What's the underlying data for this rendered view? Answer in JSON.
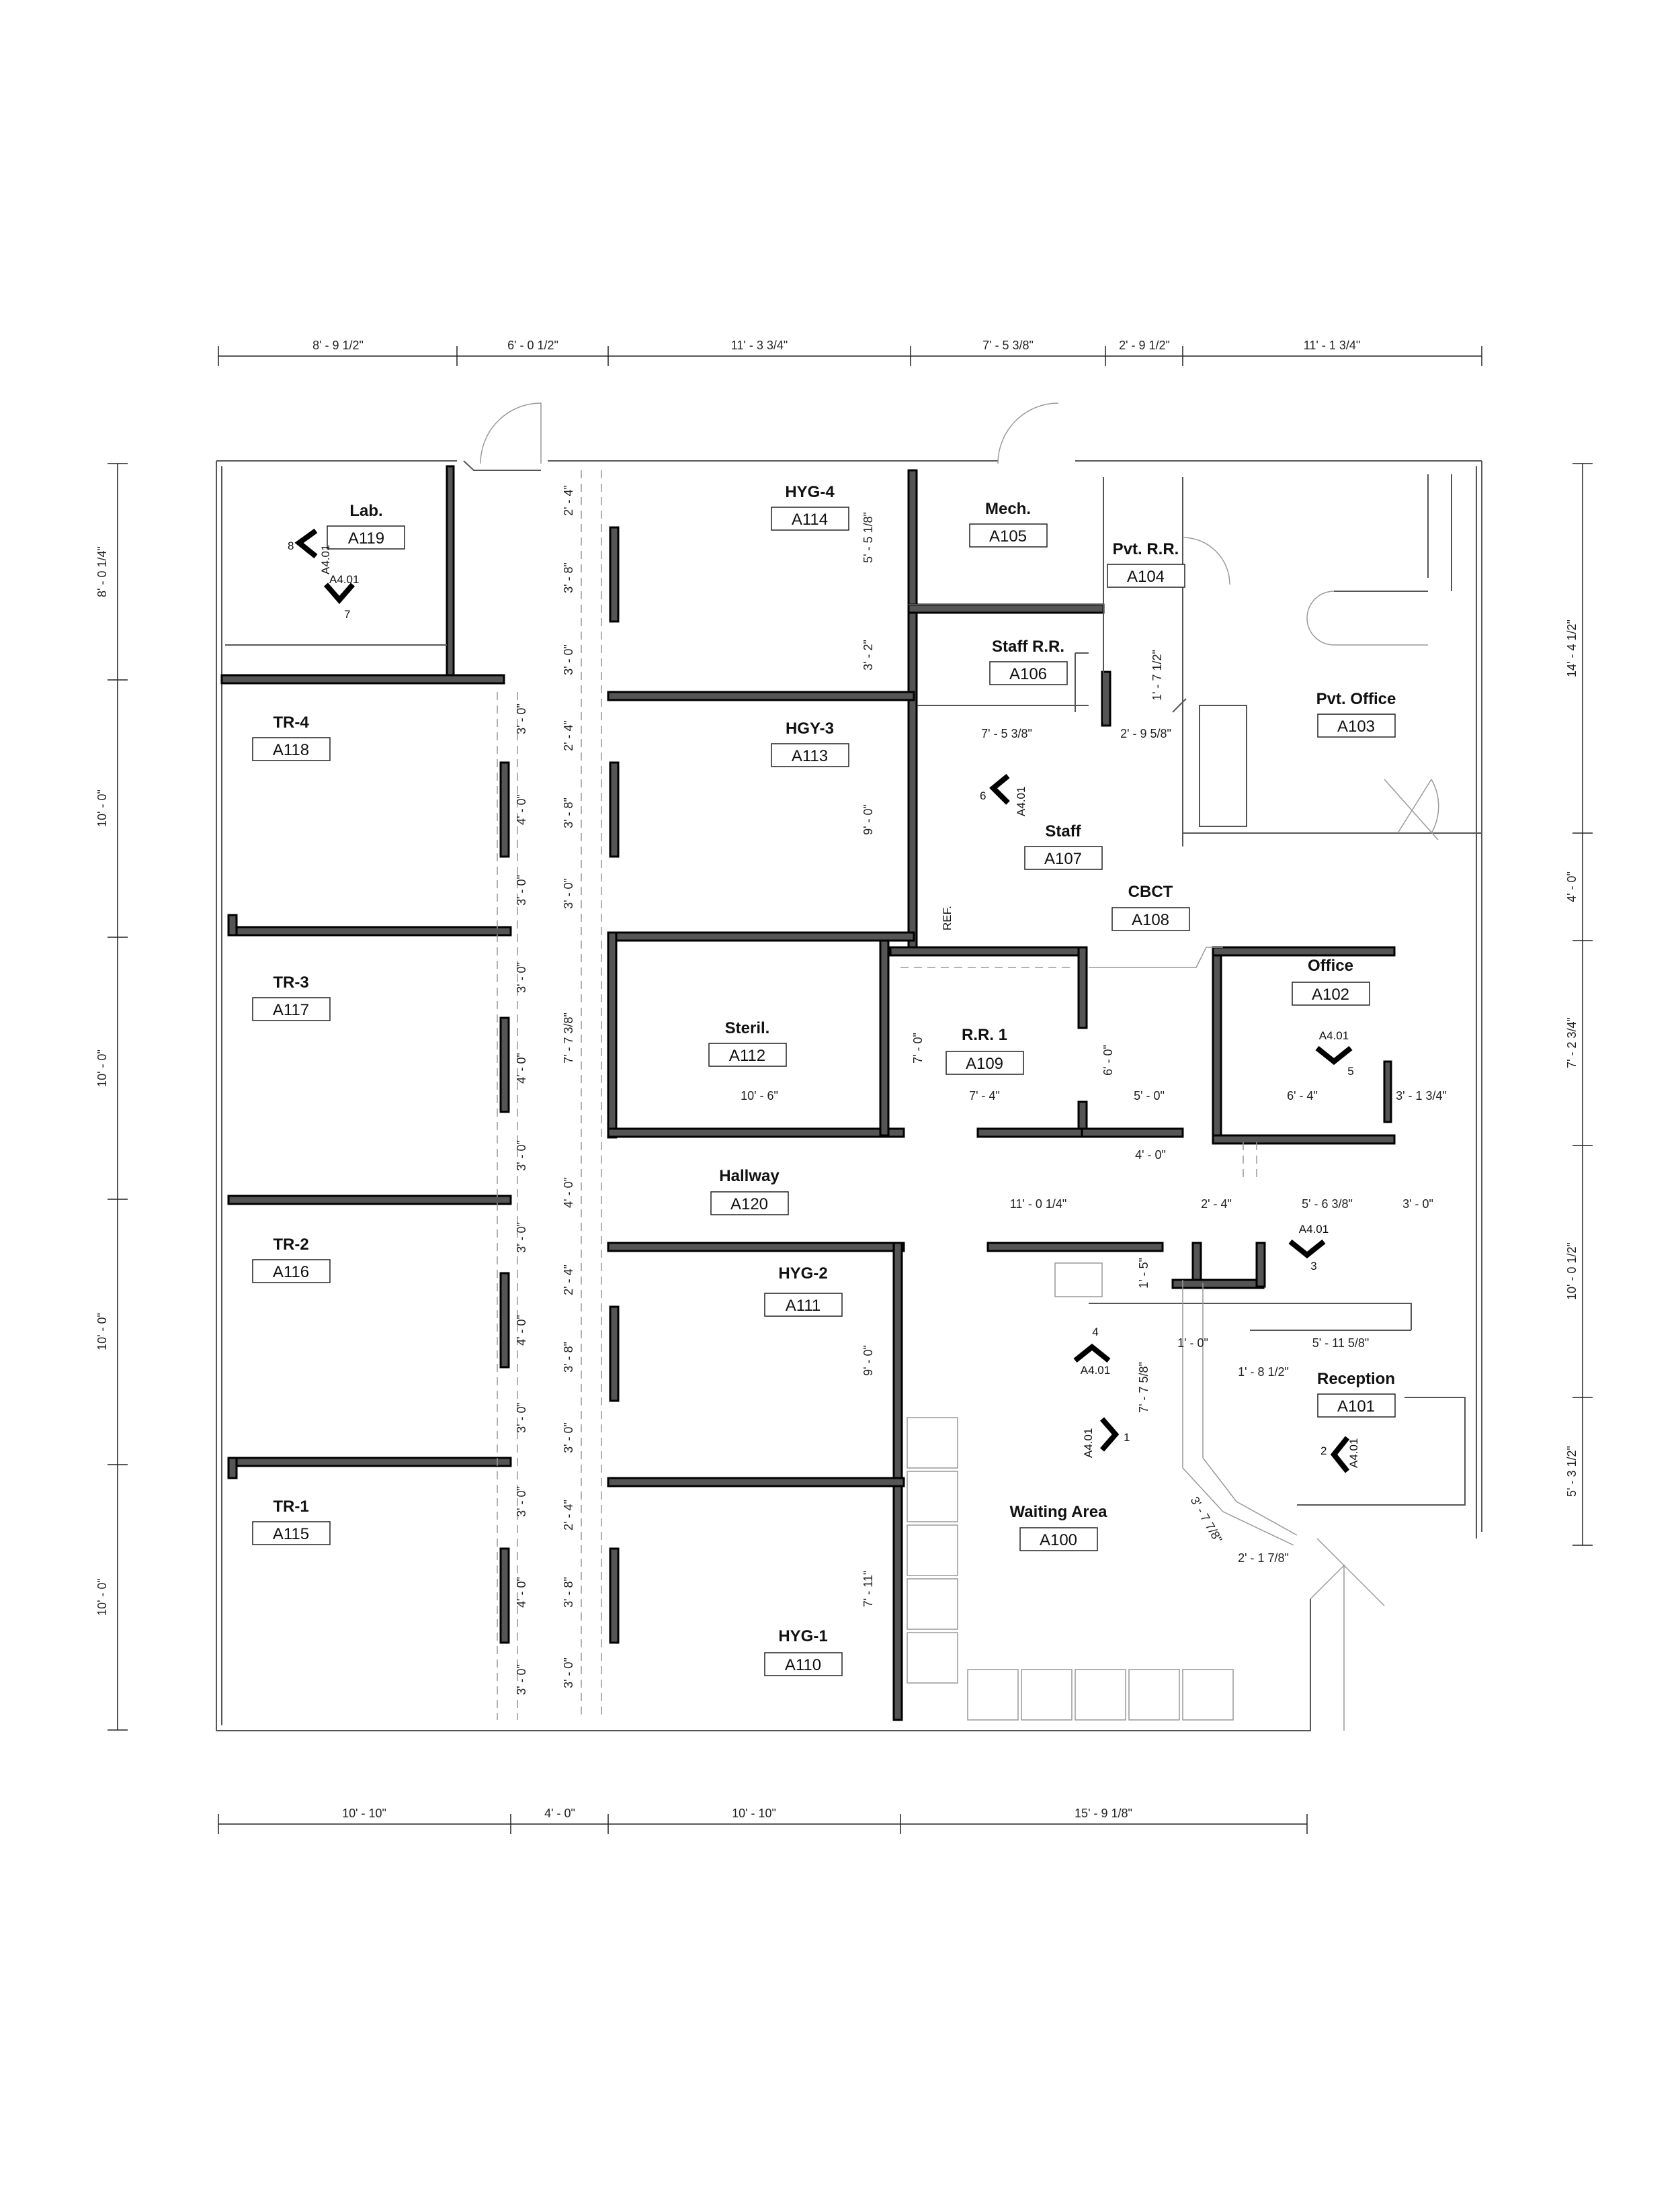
{
  "rooms": [
    {
      "key": "lab",
      "name": "Lab.",
      "tag": "A119"
    },
    {
      "key": "hyg4",
      "name": "HYG-4",
      "tag": "A114"
    },
    {
      "key": "mech",
      "name": "Mech.",
      "tag": "A105"
    },
    {
      "key": "pvtrr",
      "name": "Pvt. R.R.",
      "tag": "A104"
    },
    {
      "key": "staffrr",
      "name": "Staff R.R.",
      "tag": "A106"
    },
    {
      "key": "pvtoffice",
      "name": "Pvt. Office",
      "tag": "A103"
    },
    {
      "key": "tr4",
      "name": "TR-4",
      "tag": "A118"
    },
    {
      "key": "hgy3",
      "name": "HGY-3",
      "tag": "A113"
    },
    {
      "key": "staff",
      "name": "Staff",
      "tag": "A107"
    },
    {
      "key": "cbct",
      "name": "CBCT",
      "tag": "A108"
    },
    {
      "key": "tr3",
      "name": "TR-3",
      "tag": "A117"
    },
    {
      "key": "steril",
      "name": "Steril.",
      "tag": "A112"
    },
    {
      "key": "rr1",
      "name": "R.R. 1",
      "tag": "A109"
    },
    {
      "key": "office",
      "name": "Office",
      "tag": "A102"
    },
    {
      "key": "hallway",
      "name": "Hallway",
      "tag": "A120"
    },
    {
      "key": "tr2",
      "name": "TR-2",
      "tag": "A116"
    },
    {
      "key": "hyg2",
      "name": "HYG-2",
      "tag": "A111"
    },
    {
      "key": "reception",
      "name": "Reception",
      "tag": "A101"
    },
    {
      "key": "tr1",
      "name": "TR-1",
      "tag": "A115"
    },
    {
      "key": "waiting",
      "name": "Waiting Area",
      "tag": "A100"
    },
    {
      "key": "hyg1",
      "name": "HYG-1",
      "tag": "A110"
    }
  ],
  "dims_top": [
    "8' - 9 1/2\"",
    "6' - 0 1/2\"",
    "11' - 3 3/4\"",
    "7' - 5 3/8\"",
    "2' - 9 1/2\"",
    "11' - 1 3/4\""
  ],
  "dims_bottom": [
    "10' - 10\"",
    "4' - 0\"",
    "10' - 10\"",
    "15' - 9 1/8\""
  ],
  "dims_left": [
    "8' - 0 1/4\"",
    "10' - 0\"",
    "10' - 0\"",
    "10' - 0\"",
    "10' - 0\""
  ],
  "dims_right": [
    "14' - 4 1/2\"",
    "4' - 0\"",
    "7' - 2 3/4\"",
    "10' - 0 1/2\"",
    "5' - 3 1/2\""
  ],
  "dims_interior": [
    "2' - 4\"",
    "3' - 8\"",
    "3' - 0\"",
    "2' - 4\"",
    "3' - 8\"",
    "3' - 0\"",
    "7' - 7 3/8\"",
    "4' - 0\"",
    "2' - 4\"",
    "3' - 8\"",
    "3' - 0\"",
    "2' - 4\"",
    "3' - 8\"",
    "3' - 0\"",
    "3' - 0\"",
    "4' - 0\"",
    "3' - 0\"",
    "3' - 0\"",
    "4' - 0\"",
    "3' - 0\"",
    "3' - 0\"",
    "4' - 0\"",
    "3' - 0\"",
    "3' - 0\"",
    "4' - 0\"",
    "3' - 0\"",
    "5' - 5 1/8\"",
    "3' - 2\"",
    "9' - 0\"",
    "9' - 0\"",
    "7' - 11\"",
    "7' - 5 3/8\"",
    "1' - 7 1/2\"",
    "2' - 9 5/8\"",
    "10' - 6\"",
    "7' - 0\"",
    "7' - 4\"",
    "6' - 0\"",
    "5' - 0\"",
    "6' - 4\"",
    "3' - 1 3/4\"",
    "4' - 0\"",
    "11' - 0 1/4\"",
    "2' - 4\"",
    "5' - 6 3/8\"",
    "3' - 0\"",
    "1' - 5\"",
    "1' - 0\"",
    "5' - 11 5/8\"",
    "1' - 8 1/2\"",
    "7' - 7 5/8\"",
    "3' - 7 7/8\"",
    "2' - 1 7/8\""
  ],
  "sections": [
    {
      "sheet": "A4.01",
      "num": "8"
    },
    {
      "sheet": "A4.01",
      "num": "7"
    },
    {
      "sheet": "A4.01",
      "num": "6"
    },
    {
      "sheet": "A4.01",
      "num": "5"
    },
    {
      "sheet": "A4.01",
      "num": "4"
    },
    {
      "sheet": "A4.01",
      "num": "3"
    },
    {
      "sheet": "A4.01",
      "num": "2"
    },
    {
      "sheet": "A4.01",
      "num": "1"
    }
  ],
  "ref_label": "REF."
}
